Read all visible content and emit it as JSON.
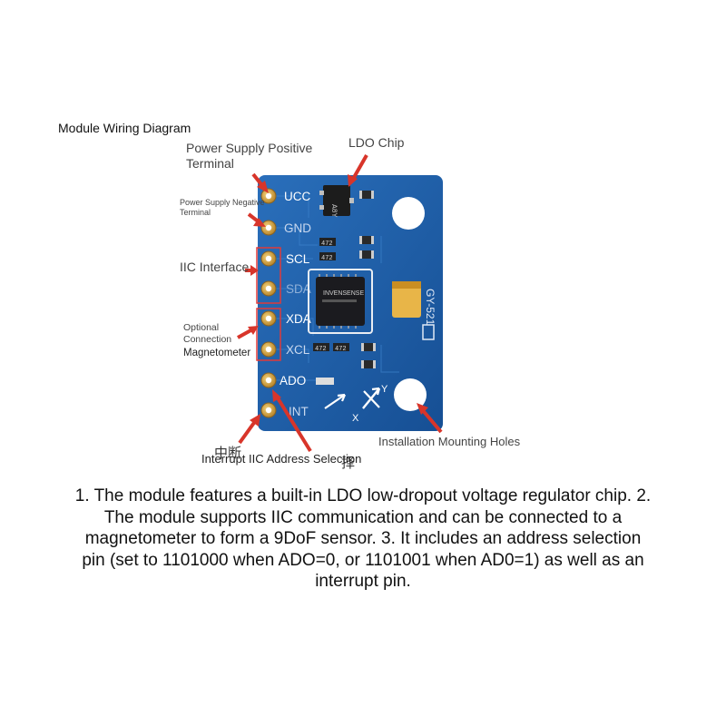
{
  "title": "Module Wiring Diagram",
  "callouts": {
    "power_positive": "Power Supply Positive Terminal",
    "ldo_chip": "LDO Chip",
    "power_negative": "Power Supply Negative Terminal",
    "iic_interface": "IIC Interface",
    "optional_connection": "Optional Connection",
    "magnetometer": "Magnetometer",
    "mounting_holes": "Installation Mounting Holes",
    "interrupt_address": "Interrupt IIC Address Selection",
    "stray_chars_1": "中断",
    "stray_chars_2": "择"
  },
  "board": {
    "pins": [
      "UCC",
      "GND",
      "SCL",
      "SDA",
      "XDA",
      "XCL",
      "ADO",
      "INT"
    ],
    "model": "GY-521",
    "chip_marking": "INVENSENSE",
    "ldo_marking": "A8Y",
    "resistor_marking": "472",
    "axis_labels": [
      "X",
      "Y"
    ],
    "colors": {
      "pcb": "#1f5fa8",
      "pad": "#d9a441",
      "callout_box": "#e03a3a",
      "arrow": "#d8352a"
    }
  },
  "caption": "1. The module features a built-in LDO low-dropout voltage regulator chip. 2. The module supports IIC communication and can be connected to a magnetometer to form a 9DoF sensor. 3. It includes an address selection pin (set to 1101000 when ADO=0, or 1101001 when AD0=1) as well as an interrupt pin."
}
